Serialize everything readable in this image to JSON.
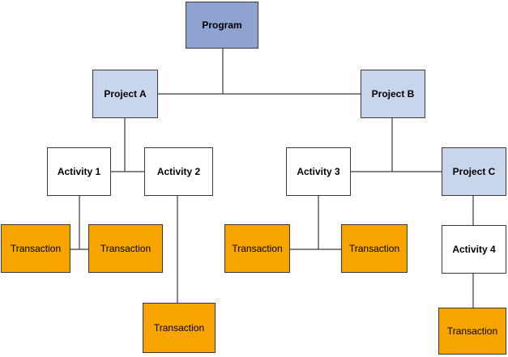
{
  "program": {
    "label": "Program"
  },
  "projects": {
    "a": "Project A",
    "b": "Project B",
    "c": "Project C"
  },
  "activities": {
    "a1": "Activity 1",
    "a2": "Activity 2",
    "a3": "Activity 3",
    "a4": "Activity 4"
  },
  "transactions": {
    "t1": "Transaction",
    "t2": "Transaction",
    "t3": "Transaction",
    "t4": "Transaction",
    "t5": "Transaction",
    "t6": "Transaction"
  },
  "colors": {
    "program": "#8ea3cf",
    "project": "#c9d5ea",
    "activity": "#ffffff",
    "transaction": "#f7a400",
    "line": "#3a3a3a"
  }
}
